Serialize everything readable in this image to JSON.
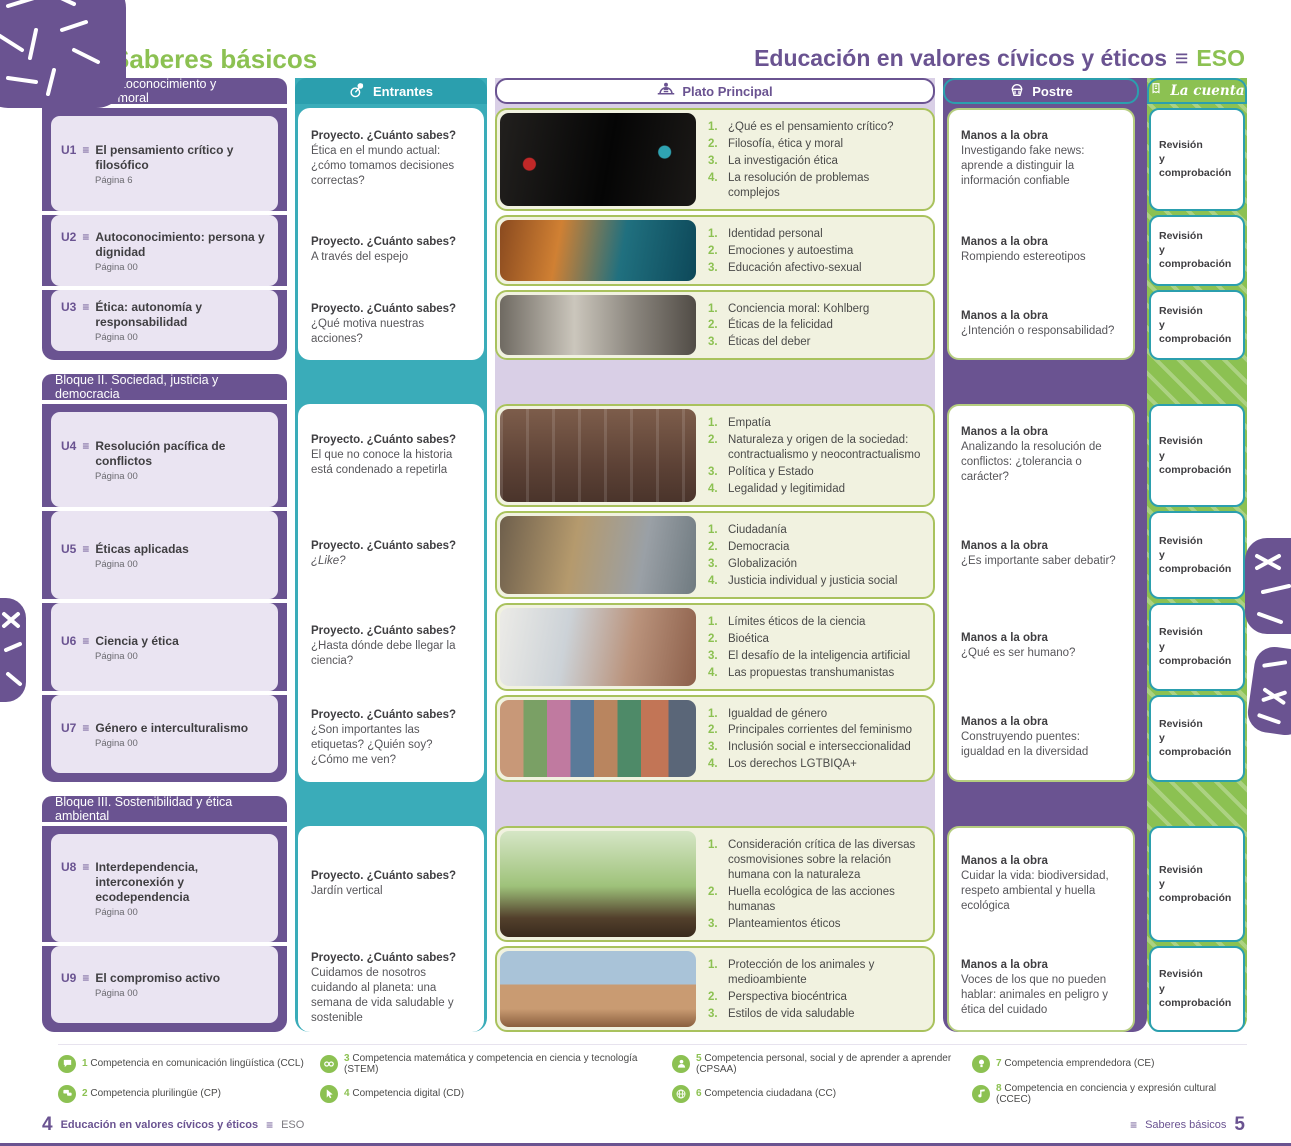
{
  "header": {
    "title": "Saberes básicos",
    "subject": "Educación en valores cívicos y éticos",
    "level": "ESO",
    "logo_icon": "cloche-on-hand-logo"
  },
  "columns": {
    "entrantes": "Entrantes",
    "plato": "Plato Principal",
    "postre": "Postre",
    "cuenta": "La cuenta"
  },
  "column_icons": {
    "entrantes": "appetizer-plate-icon",
    "plato": "cloche-icon",
    "postre": "cupcake-icon",
    "cuenta": "receipt-in-hand-icon",
    "unit_menu": "hamburger-icon"
  },
  "labels": {
    "proyecto": "Proyecto. ¿Cuánto sabes?",
    "manos": "Manos a la obra",
    "revision_line1": "Revisión",
    "revision_line2": "y comprobación"
  },
  "blocks": [
    {
      "title": "Bloque I. Autoconocimiento y autonomía moral",
      "units": [
        {
          "code": "U1",
          "title": "El pensamiento crítico y filosófico",
          "page": "Página 6",
          "entrante": "Ética en el mundo actual: ¿cómo tomamos decisiones correctas?",
          "photo": "open-hands-holding-red-and-blue-pills",
          "plato": [
            "¿Qué es el pensamiento crítico?",
            "Filosofía, ética y moral",
            "La investigación ética",
            "La resolución de problemas complejos"
          ],
          "postre": "Investigando fake news: aprende a distinguir la información confiable"
        },
        {
          "code": "U2",
          "title": "Autoconocimiento: persona y dignidad",
          "page": "Página 00",
          "entrante": "A través del espejo",
          "photo": "ornate-mirror-with-orange-and-teal-smoke",
          "plato": [
            "Identidad personal",
            "Emociones y autoestima",
            "Educación afectivo-sexual"
          ],
          "postre": "Rompiendo estereotipos"
        },
        {
          "code": "U3",
          "title": "Ética: autonomía y responsabilidad",
          "page": "Página 00",
          "entrante": "¿Qué motiva nuestras acciones?",
          "photo": "old-prison-corridor",
          "plato": [
            "Conciencia moral: Kohlberg",
            "Éticas de la felicidad",
            "Éticas del deber"
          ],
          "postre": "¿Intención o responsabilidad?"
        }
      ]
    },
    {
      "title": "Bloque II. Sociedad, justicia y democracia",
      "units": [
        {
          "code": "U4",
          "title": "Resolución pacífica de conflictos",
          "page": "Página 00",
          "entrante": "El que no conoce la historia está condenado a repetirla",
          "photo": "wooden-memorial-crosses",
          "plato": [
            "Empatía",
            "Naturaleza y origen de la sociedad: contractualismo y neocontractualismo",
            "Política y Estado",
            "Legalidad y legitimidad"
          ],
          "postre": "Analizando la resolución de conflictos: ¿tolerancia o carácter?"
        },
        {
          "code": "U5",
          "title": "Éticas aplicadas",
          "page": "Página 00",
          "entrante": "¿Like?",
          "photo": "lady-justice-statue",
          "plato": [
            "Ciudadanía",
            "Democracia",
            "Globalización",
            "Justicia individual y justicia social"
          ],
          "postre": "¿Es importante saber debatir?"
        },
        {
          "code": "U6",
          "title": "Ciencia y ética",
          "page": "Página 00",
          "entrante": "¿Hasta dónde debe llegar la ciencia?",
          "photo": "cyborg-woman-face",
          "plato": [
            "Límites éticos de la ciencia",
            "Bioética",
            "El desafío de la inteligencia artificial",
            "Las propuestas transhumanistas"
          ],
          "postre": "¿Qué es ser humano?"
        },
        {
          "code": "U7",
          "title": "Género e interculturalismo",
          "page": "Página 00",
          "entrante": "¿Son importantes las etiquetas? ¿Quién soy? ¿Cómo me ven?",
          "photo": "collage-of-diverse-faces",
          "plato": [
            "Igualdad de género",
            "Principales corrientes del feminismo",
            "Inclusión social e interseccionalidad",
            "Los derechos LGTBIQA+"
          ],
          "postre": "Construyendo puentes: igualdad en la diversidad"
        }
      ]
    },
    {
      "title": "Bloque III. Sostenibilidad y ética ambiental",
      "units": [
        {
          "code": "U8",
          "title": "Interdependencia, interconexión y ecodependencia",
          "page": "Página 00",
          "entrante": "Jardín vertical",
          "photo": "seedling-sprouting-from-soil",
          "plato": [
            "Consideración crítica de las diversas cosmovisiones sobre la relación humana con la naturaleza",
            "Huella ecológica de las acciones humanas",
            "Planteamientos éticos"
          ],
          "postre": "Cuidar la vida: biodiversidad, respeto ambiental y huella ecológica"
        },
        {
          "code": "U9",
          "title": "El compromiso activo",
          "page": "Página 00",
          "entrante": "Cuidamos de nosotros cuidando al planeta: una semana de vida saludable y sostenible",
          "photo": "handshake-over-mountains",
          "plato": [
            "Protección de los animales y medioambiente",
            "Perspectiva biocéntrica",
            "Estilos de vida saludable"
          ],
          "postre": "Voces de los que no pueden hablar: animales en peligro y ética del cuidado"
        }
      ]
    }
  ],
  "legend": [
    {
      "num": "1",
      "text": "Competencia en comunicación lingüística (CCL)",
      "icon": "speech-bubble-icon"
    },
    {
      "num": "2",
      "text": "Competencia plurilingüe (CP)",
      "icon": "double-speech-bubble-icon"
    },
    {
      "num": "3",
      "text": "Competencia matemática y competencia en ciencia y tecnología (STEM)",
      "icon": "infinity-icon"
    },
    {
      "num": "4",
      "text": "Competencia digital (CD)",
      "icon": "cursor-icon"
    },
    {
      "num": "5",
      "text": "Competencia personal, social y de aprender a aprender (CPSAA)",
      "icon": "person-icon"
    },
    {
      "num": "6",
      "text": "Competencia ciudadana (CC)",
      "icon": "globe-icon"
    },
    {
      "num": "7",
      "text": "Competencia emprendedora (CE)",
      "icon": "lightbulb-icon"
    },
    {
      "num": "8",
      "text": "Competencia en conciencia y expresión cultural (CCEC)",
      "icon": "music-note-icon"
    }
  ],
  "footer": {
    "left_page": "4",
    "left_title": "Educación en valores cívicos y éticos",
    "left_level": "ESO",
    "right_title": "Saberes básicos",
    "right_page": "5"
  },
  "colors": {
    "purple": "#6a5391",
    "purple_light": "#eae4f2",
    "teal": "#2b9fae",
    "green": "#8cc152",
    "cream": "#f1f2e0",
    "olive_border": "#a9c25d"
  }
}
